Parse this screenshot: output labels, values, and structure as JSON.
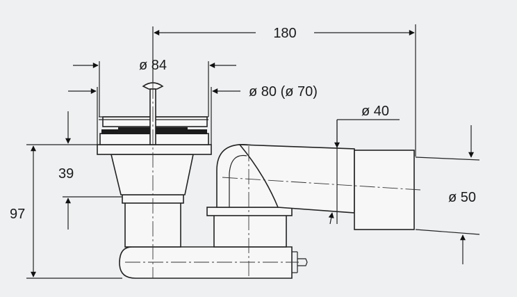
{
  "drawing": {
    "dimensions": {
      "overall_width": "180",
      "strainer_diameter": "ø 84",
      "outlet_diameter": "ø 80 (ø 70)",
      "pipe_inner_diameter": "ø 40",
      "pipe_outer_diameter": "ø 50",
      "upper_height": "39",
      "total_height": "97"
    },
    "colors": {
      "background": "#eef0f2",
      "line": "#222222",
      "part_fill": "#f7f7f7"
    }
  }
}
